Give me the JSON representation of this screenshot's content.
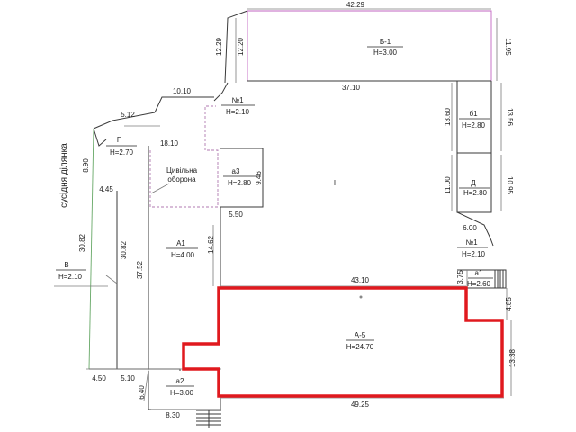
{
  "title_neighbor": "сусідня ділянка",
  "rooms": {
    "b1": {
      "name": "Б-1",
      "height": "H=3.00"
    },
    "r61": {
      "name": "б1",
      "height": "H=2.80"
    },
    "d": {
      "name": "Д",
      "height": "H=2.80"
    },
    "n1_top": {
      "name": "№1",
      "height": "H=2.10"
    },
    "n1_right": {
      "name": "№1",
      "height": "H=2.10"
    },
    "a1_small": {
      "name": "а1",
      "height": "H=2.60"
    },
    "g": {
      "name": "Г",
      "height": "H=2.70"
    },
    "a3": {
      "name": "а3",
      "height": "H=2.80"
    },
    "civil": {
      "line1": "Цивільна",
      "line2": "оборона"
    },
    "courtyard": {
      "name": "І"
    },
    "a1_main": {
      "name": "А1",
      "height": "H=4.00"
    },
    "v": {
      "name": "В",
      "height": "H=2.10"
    },
    "a5": {
      "name": "А-5",
      "height": "H=24.70"
    },
    "a2": {
      "name": "а2",
      "height": "H=3.00"
    }
  },
  "dimensions": {
    "d4229": "42.29",
    "d1229": "12.29",
    "d1220": "12.20",
    "d1195": "11.95",
    "d3710": "37.10",
    "d1010": "10.10",
    "d512": "5.12",
    "d1360": "13.60",
    "d1356": "13.56",
    "d1810": "18.10",
    "d890": "8.90",
    "d946": "9.46",
    "d445": "4.45",
    "d1100": "11.00",
    "d1095": "10.95",
    "d550": "5.50",
    "d600": "6.00",
    "d3082a": "30.82",
    "d3082b": "30.82",
    "d3752": "37.52",
    "d1462": "14.62",
    "d375": "3.75",
    "d4310": "43.10",
    "d485": "4.85",
    "d1338": "13.38",
    "d450": "4.50",
    "d510": "5.10",
    "d640": "6.40",
    "d830": "8.30",
    "d4925": "49.25"
  }
}
